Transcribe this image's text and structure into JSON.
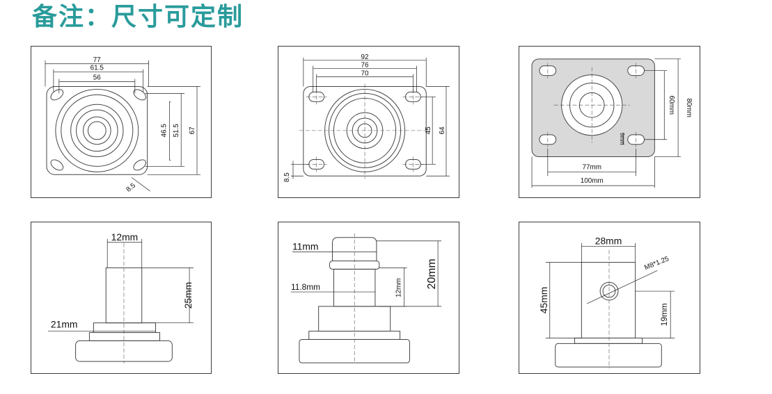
{
  "title": "备注：尺寸可定制",
  "colors": {
    "title": "#2a9b9b",
    "line": "#444444",
    "dim": "#222222",
    "plate_fill": "#d9d9d9"
  },
  "drawings": {
    "p1": {
      "d_77": "77",
      "d_61_5": "61.5",
      "d_56": "56",
      "d_46_5": "46.5",
      "d_51_5": "51.5",
      "d_67": "67",
      "d_8_5": "8.5"
    },
    "p2": {
      "d_92": "92",
      "d_76": "76",
      "d_70": "70",
      "d_45": "45",
      "d_64": "64",
      "d_8_5": "8.5"
    },
    "p3": {
      "d_80": "80mm",
      "d_60": "60mm",
      "d_9": "9mm",
      "d_77": "77mm",
      "d_100": "100mm"
    },
    "p4": {
      "d_12": "12mm",
      "d_25": "25mm",
      "d_21": "21mm"
    },
    "p5": {
      "d_11": "11mm",
      "d_11_8": "11.8mm",
      "d_12": "12mm",
      "d_20": "20mm"
    },
    "p6": {
      "d_28": "28mm",
      "d_m8": "M8*1.25",
      "d_45": "45mm",
      "d_19": "19mm"
    }
  }
}
